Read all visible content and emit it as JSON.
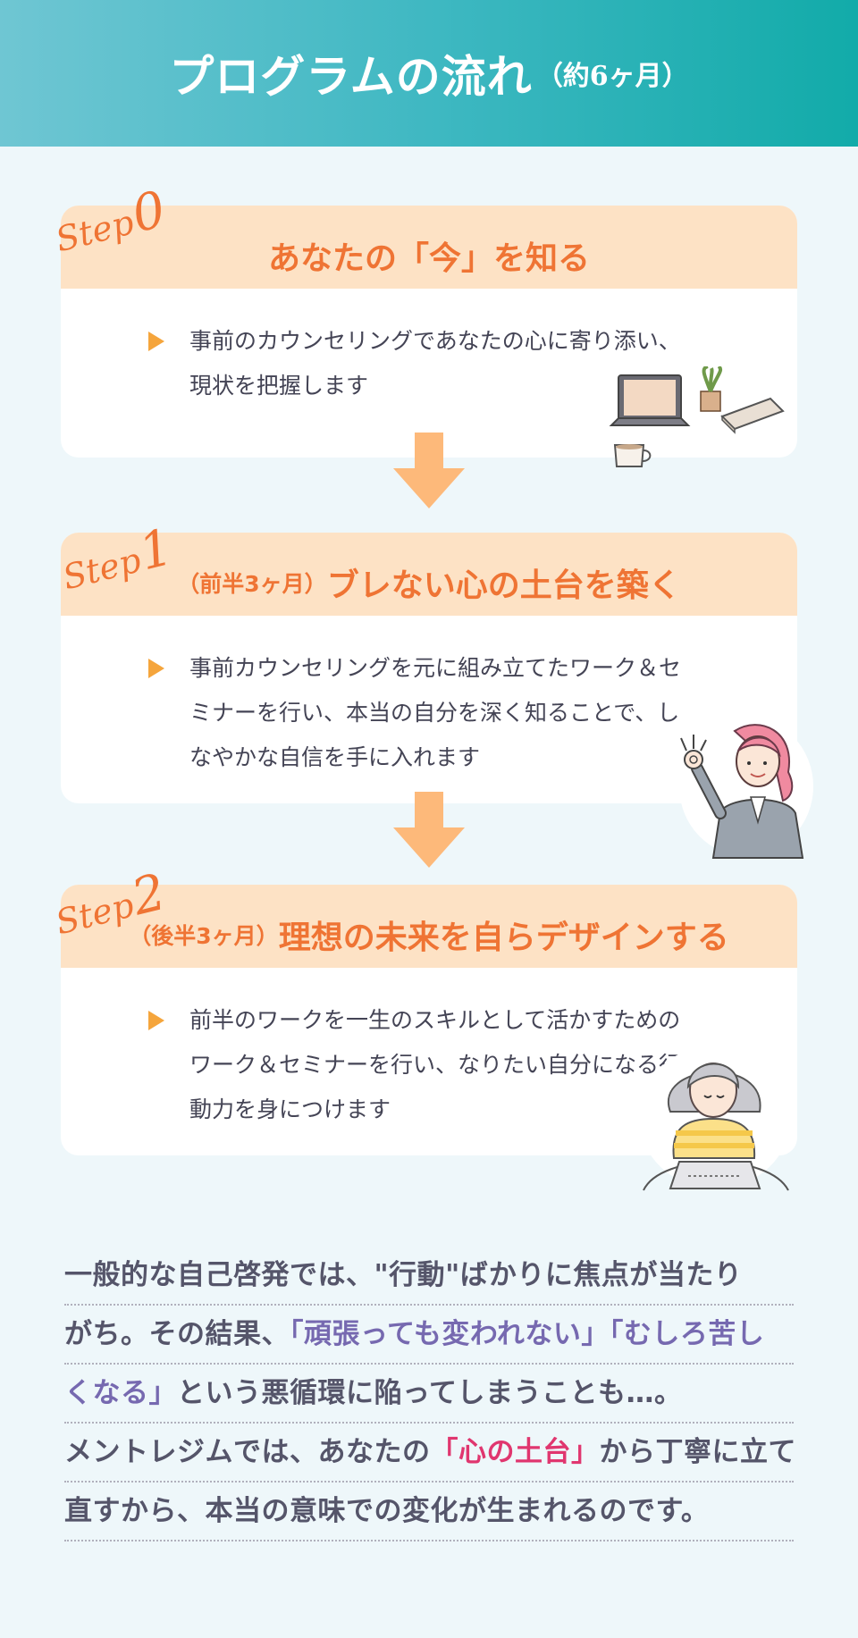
{
  "header": {
    "title": "プログラムの流れ",
    "subtitle": "（約6ヶ月）"
  },
  "steps": [
    {
      "label_word": "Step",
      "label_num": "0",
      "title_prefix": "",
      "title": "あなたの「今」を知る",
      "text": "事前のカウンセリングであなたの心に寄り添い、現状を把握します",
      "illustration": "laptop-plant-notebook-cup"
    },
    {
      "label_word": "Step",
      "label_num": "1",
      "title_prefix": "（前半3ヶ月）",
      "title": "ブレない心の土台を築く",
      "text": "事前カウンセリングを元に組み立てたワーク＆セミナーを行い、本当の自分を深く知ることで、しなやかな自信を手に入れます",
      "illustration": "woman-ok-sign"
    },
    {
      "label_word": "Step",
      "label_num": "2",
      "title_prefix": "（後半3ヶ月）",
      "title": "理想の未来を自らデザインする",
      "text": "前半のワークを一生のスキルとして活かすためのワーク＆セミナーを行い、なりたい自分になる行動力を身につけます",
      "illustration": "woman-typing-laptop"
    }
  ],
  "summary": {
    "l1": "一般的な自己啓発では、\"行動\"ばかりに焦点が当たり",
    "l2a": "がち。その結果、",
    "l2b": "「頑張っても変われない」「むしろ苦し",
    "l3a": "くなる」",
    "l3b": "という悪循環に陥ってしまうことも…。",
    "l4a": "メントレジムでは、あなたの",
    "l4b": "「心の土台」",
    "l4c": "から丁寧に立て",
    "l5": "直すから、本当の意味での変化が生まれるのです。"
  },
  "colors": {
    "accent_orange": "#ef7434",
    "head_peach": "#fde2c5",
    "arrow": "#fdb97a",
    "highlight_purple": "#7669b0",
    "highlight_pink": "#e0366f",
    "header_gradient_start": "#6fc6d3",
    "header_gradient_end": "#12aba9"
  }
}
